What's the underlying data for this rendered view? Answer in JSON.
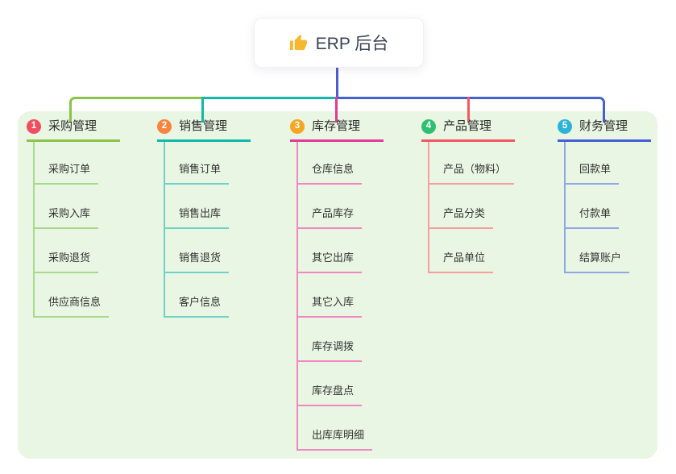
{
  "root": {
    "title": "ERP 后台",
    "icon": "thumbs-up-icon"
  },
  "colors": {
    "page_bg": "#ffffff",
    "panel_bg": "#e8f6e3",
    "root_line": "#4f5ccd",
    "thumb": "#f5b82e",
    "node_text": "#333333"
  },
  "branches": [
    {
      "badge": "1",
      "label": "采购管理",
      "color": "#8ac24a",
      "light": "#a9d98b",
      "badge_color": "#f04e5e",
      "children": [
        "采购订单",
        "采购入库",
        "采购退货",
        "供应商信息"
      ]
    },
    {
      "badge": "2",
      "label": "销售管理",
      "color": "#14b8a6",
      "light": "#72d1c6",
      "badge_color": "#f8843d",
      "children": [
        "销售订单",
        "销售出库",
        "销售退货",
        "客户信息"
      ]
    },
    {
      "badge": "3",
      "label": "库存管理",
      "color": "#e33a96",
      "light": "#f286c1",
      "badge_color": "#f6a623",
      "children": [
        "仓库信息",
        "产品库存",
        "其它出库",
        "其它入库",
        "库存调拨",
        "库存盘点",
        "出库库明细"
      ]
    },
    {
      "badge": "4",
      "label": "产品管理",
      "color": "#f25862",
      "light": "#f89e9e",
      "badge_color": "#2fbf71",
      "children": [
        "产品（物料）",
        "产品分类",
        "产品单位"
      ]
    },
    {
      "badge": "5",
      "label": "财务管理",
      "color": "#4560d2",
      "light": "#90a7e5",
      "badge_color": "#2db3d8",
      "children": [
        "回款单",
        "付款单",
        "结算账户"
      ]
    }
  ]
}
